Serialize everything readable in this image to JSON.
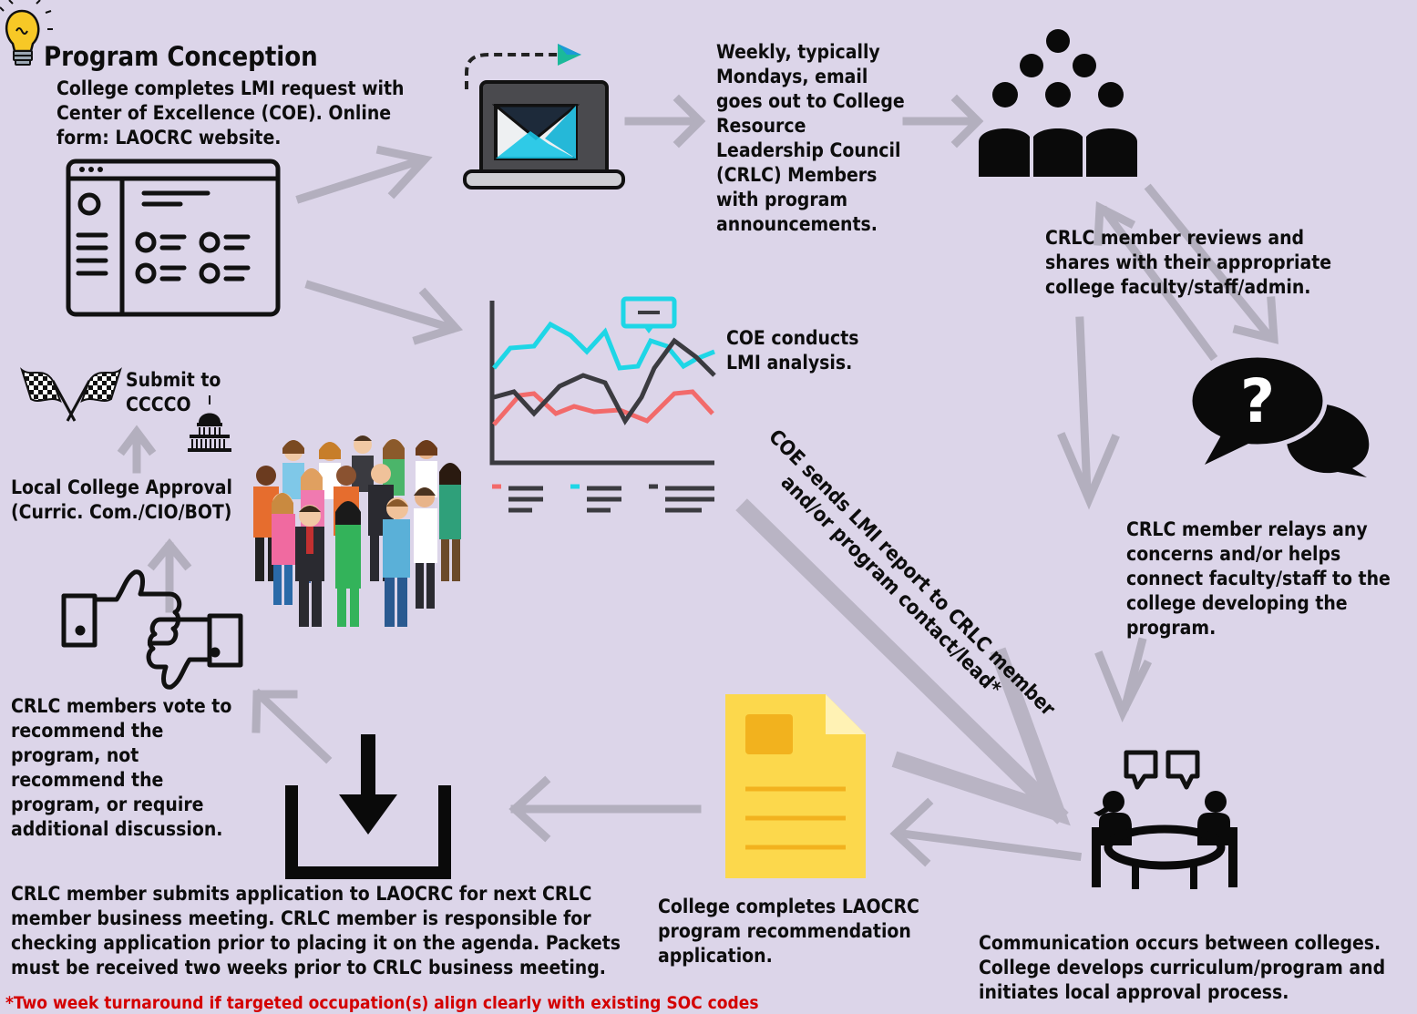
{
  "title": "Program Conception",
  "steps": {
    "lmi_request": "College completes LMI request with Center of Excellence (COE). Online form: LAOCRC website.",
    "weekly_email": "Weekly, typically Mondays, email goes out to College Resource Leadership Council (CRLC) Members with program announcements.",
    "member_reviews": "CRLC member reviews and shares with their appropriate college faculty/staff/admin.",
    "coe_analysis": "COE conducts LMI analysis.",
    "member_relays": "CRLC member relays any concerns and/or helps connect faculty/staff to the college developing the program.",
    "coe_sends_line1": "COE sends LMI report to CRLC member",
    "coe_sends_line2": "and/or program contact/lead*",
    "communication": "Communication occurs between colleges. College develops curriculum/program and initiates local approval process.",
    "college_completes_app": "College completes LAOCRC program recommendation application.",
    "member_submits": "CRLC member submits application to LAOCRC for next CRLC member business meeting. CRLC member is responsible for checking application prior to placing it on the agenda. Packets must be received two weeks prior to CRLC business meeting.",
    "members_vote": "CRLC members vote to recommend the program, not recommend the program, or require additional discussion.",
    "local_approval": "Local College Approval (Curric. Com./CIO/BOT)",
    "submit_cccco": "Submit to CCCCO"
  },
  "footnote": "*Two week turnaround if targeted occupation(s) align clearly with existing SOC codes",
  "icons": [
    "lightbulb-icon",
    "web-form-icon",
    "laptop-email-icon",
    "people-group-icon",
    "question-bubble-icon",
    "line-chart-icon",
    "crowd-illustration",
    "checkered-flags-icon",
    "capitol-icon",
    "thumbs-up-down-icon",
    "download-tray-icon",
    "document-icon",
    "meeting-table-icon"
  ],
  "colors": {
    "background": "#dcd5e9",
    "arrow": "#b3afbe",
    "text": "#0d0d0d",
    "footnote": "#d40000",
    "chart_cyan": "#1ed6e6",
    "chart_red": "#f26a6a",
    "doc_yellow": "#fcd84c"
  }
}
